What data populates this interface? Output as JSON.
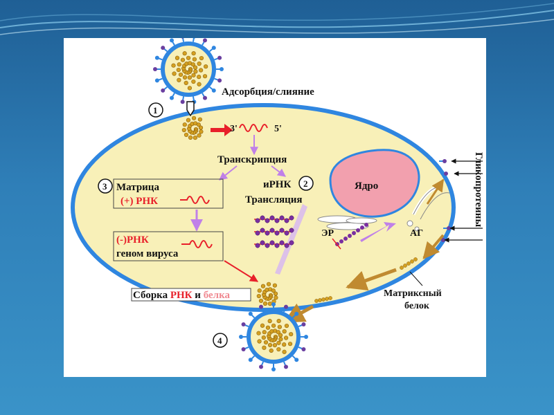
{
  "labels": {
    "adsorption": "Адсорбция/слияние",
    "prime3": "3'",
    "prime5": "5'",
    "transcription": "Транскрипция",
    "matrix": "Матрица",
    "plus_rna": "(+) РНК",
    "mrna": "иРНК",
    "translation": "Трансляция",
    "nucleus": "Ядро",
    "minus_rna": "(-)РНК",
    "genome": "геном вируса",
    "er": "ЭР",
    "ag": "АГ",
    "assembly_prefix": "Сборка ",
    "assembly_rna": "РНК",
    "assembly_and": " и ",
    "assembly_protein": "белка",
    "glycoproteins": "Гликопротеины",
    "matrix_protein_1": "Матриксный",
    "matrix_protein_2": "белок",
    "step1": "1",
    "step2": "2",
    "step3": "3",
    "step4": "4"
  },
  "colors": {
    "background": "#2f7fb8",
    "cytoplasm": "#f8f0b8",
    "membrane": "#2f86e0",
    "nucleus": "#f2a0ae",
    "rna": "#e8202a",
    "arrow_pink": "#c080e8",
    "nucleocapsid": "#d4a020"
  },
  "icons": [
    "virus-icon",
    "nucleocapsid-icon",
    "arrow-icon"
  ]
}
